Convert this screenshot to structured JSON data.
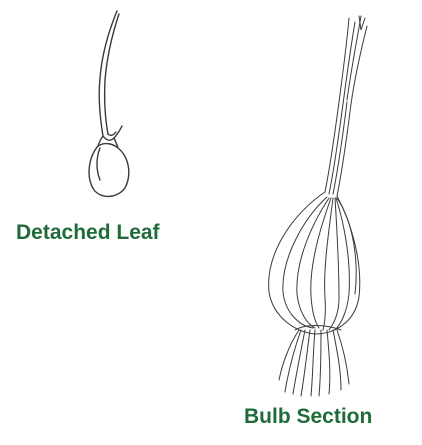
{
  "labels": {
    "leaf": "Detached Leaf",
    "bulb": "Bulb Section"
  },
  "colors": {
    "label_text": "#1f6b3a",
    "ink": "#3a3a3a",
    "background": "#ffffff"
  },
  "icons": {
    "leaf": "detached-leaf-illustration",
    "bulb": "bulb-section-illustration"
  }
}
